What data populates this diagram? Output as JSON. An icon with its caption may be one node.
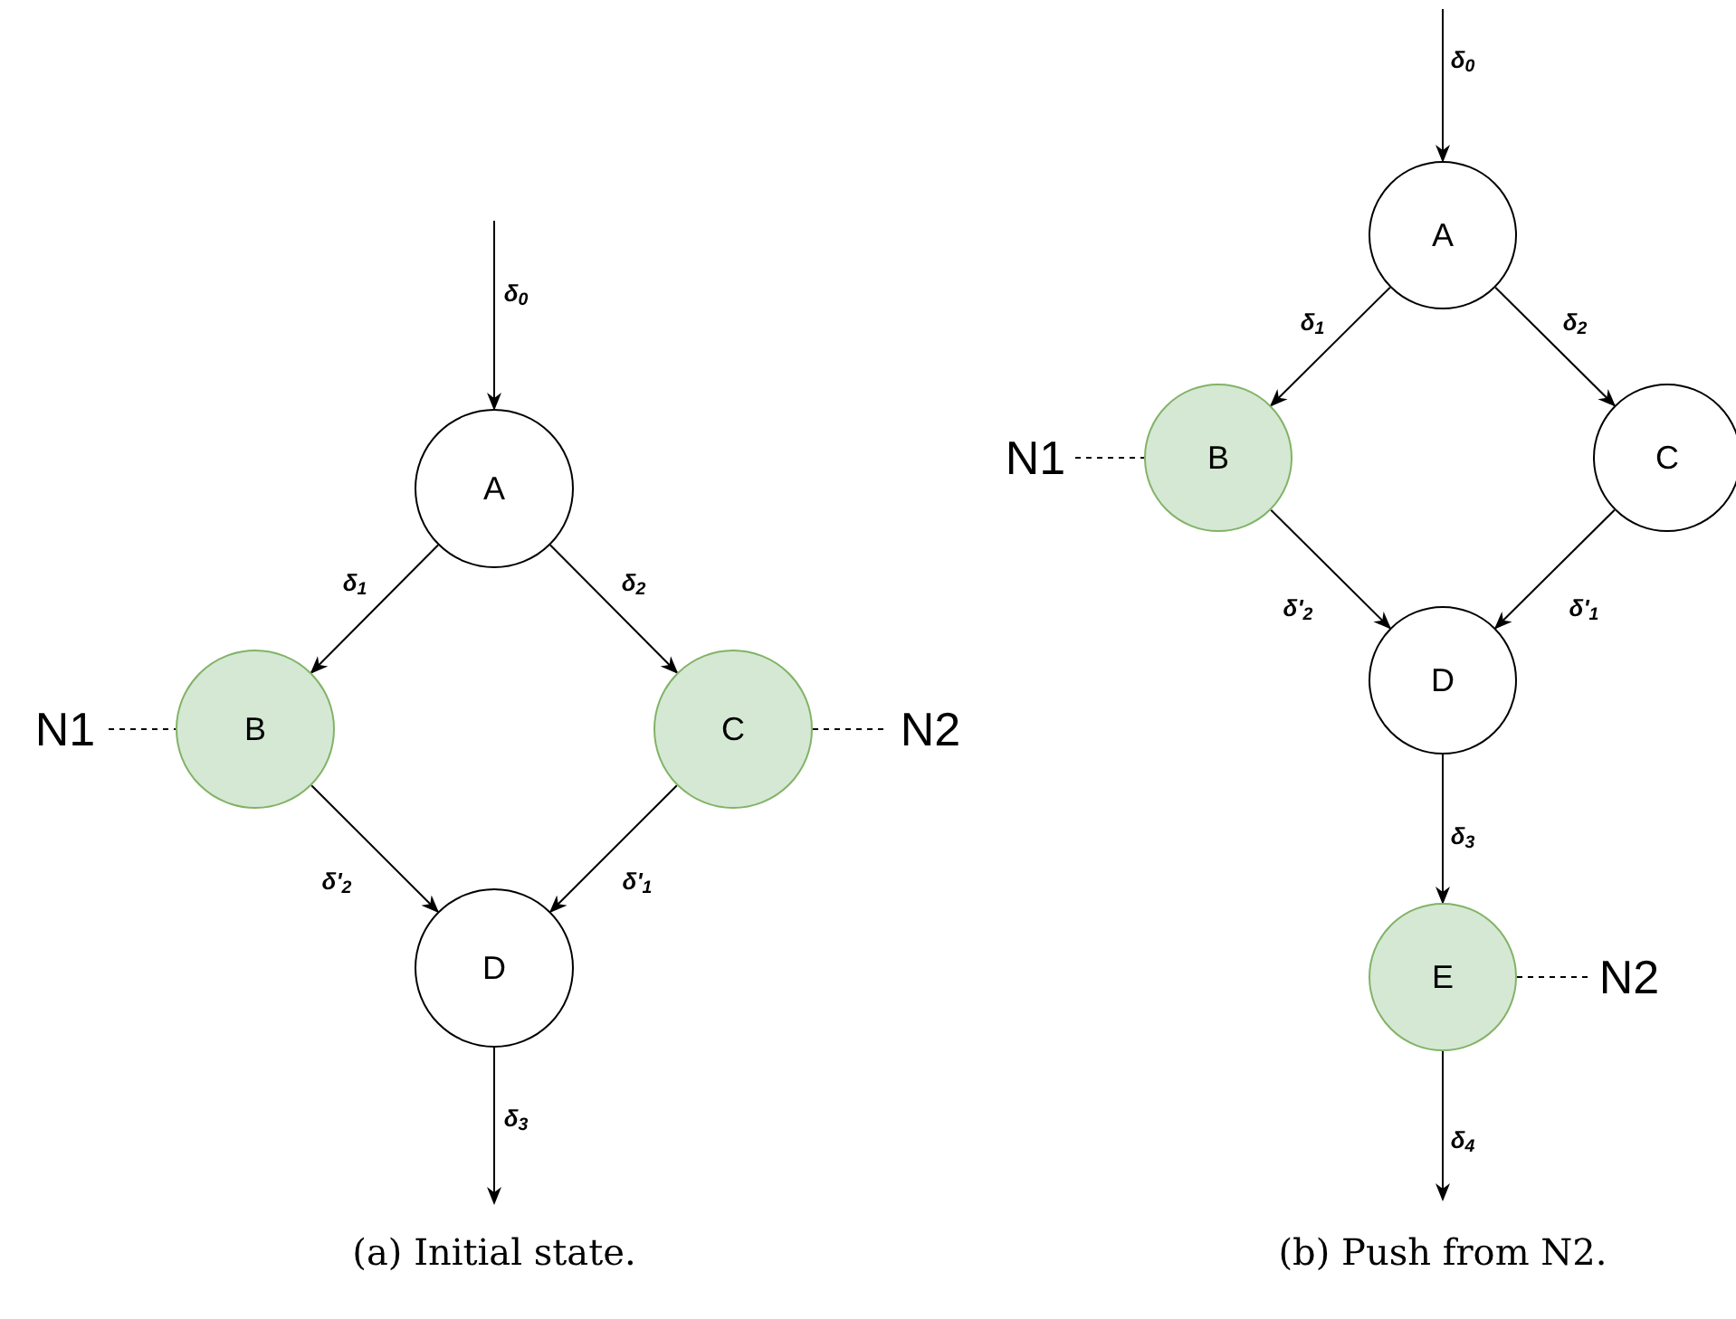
{
  "diagram": {
    "nodes": [
      {
        "text": [
          "A"
        ]
      },
      {
        "text": [
          "B"
        ]
      },
      {
        "text": [
          "C"
        ]
      },
      {
        "text": [
          "D"
        ]
      },
      {
        "text": [
          "N1"
        ]
      },
      {
        "text": [
          "N2"
        ]
      },
      {
        "text": [
          "A"
        ]
      },
      {
        "text": [
          "B"
        ]
      },
      {
        "text": [
          "C"
        ]
      },
      {
        "text": [
          "D"
        ]
      },
      {
        "text": [
          "E"
        ]
      },
      {
        "text": [
          "N1"
        ]
      },
      {
        "text": [
          "N2"
        ]
      }
    ],
    "edges": [
      {
        "from": null,
        "to": 0,
        "arrow": "to",
        "label": "δ$_{0}$"
      },
      {
        "from": 0,
        "to": 1,
        "arrow": "to",
        "label": "δ$_{1}$"
      },
      {
        "from": 0,
        "to": 2,
        "arrow": "to",
        "label": "δ$_{2}$"
      },
      {
        "from": 1,
        "to": 3,
        "arrow": "to",
        "label": "δ'$_{2}$"
      },
      {
        "from": 2,
        "to": 3,
        "arrow": "to",
        "label": "δ'$_{1}$"
      },
      {
        "from": 3,
        "to": null,
        "arrow": "to",
        "label": "δ$_{3}$"
      },
      {
        "from": 4,
        "to": 1,
        "arrow": "none",
        "style": "dashed"
      },
      {
        "from": 2,
        "to": 5,
        "arrow": "none",
        "style": "dashed"
      },
      {
        "from": null,
        "to": 6,
        "arrow": "to",
        "label": "δ$_{0}$"
      },
      {
        "from": 6,
        "to": 7,
        "arrow": "to",
        "label": "δ$_{1}$"
      },
      {
        "from": 6,
        "to": 8,
        "arrow": "to",
        "label": "δ$_{2}$"
      },
      {
        "from": 7,
        "to": 9,
        "arrow": "to",
        "label": "δ'$_{2}$"
      },
      {
        "from": 8,
        "to": 9,
        "arrow": "to",
        "label": "δ'$_{1}$"
      },
      {
        "from": 9,
        "to": 10,
        "arrow": "to",
        "label": "δ$_{3}$"
      },
      {
        "from": 10,
        "to": null,
        "arrow": "to",
        "label": "δ$_{4}$"
      },
      {
        "from": 11,
        "to": 7,
        "arrow": "none",
        "style": "dashed"
      },
      {
        "from": 10,
        "to": 12,
        "arrow": "none",
        "style": "dashed"
      }
    ],
    "labels": [
      "(a) Initial state.",
      "(b) Push from N2."
    ]
  }
}
